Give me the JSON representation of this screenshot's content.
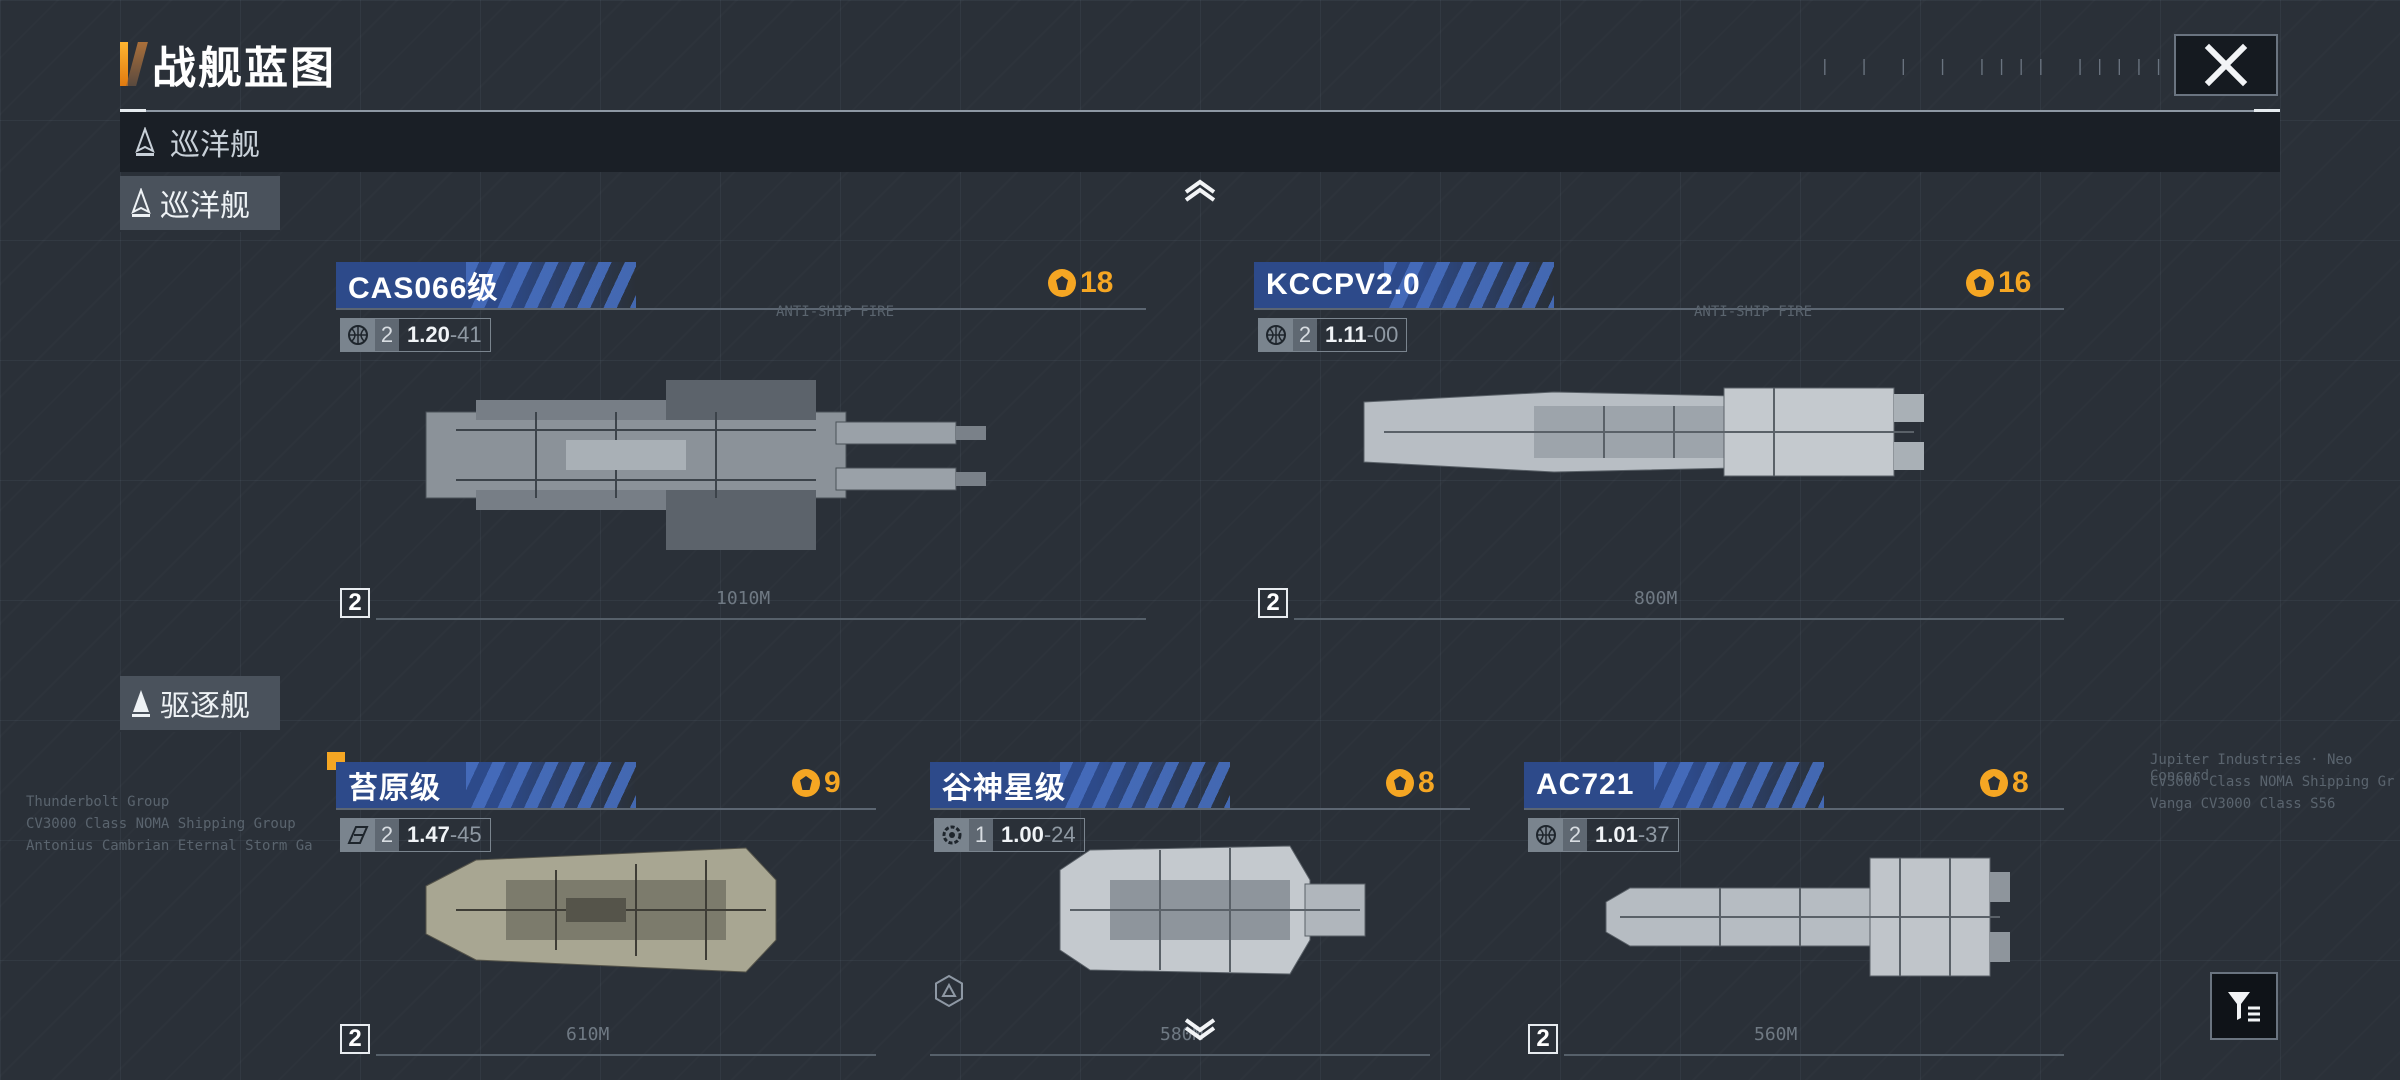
{
  "header": {
    "title": "战舰蓝图",
    "close_icon": "close-icon",
    "ticks": "| | | | |||| |||||||"
  },
  "category_bar": {
    "label": "巡洋舰",
    "icon": "ship-class-icon"
  },
  "sections": [
    {
      "label": "巡洋舰",
      "icon": "ship-class-icon"
    },
    {
      "label": "驱逐舰",
      "icon": "ship-class-icon"
    }
  ],
  "cruisers": [
    {
      "name": "CAS066级",
      "cost": "18",
      "tier": "2",
      "version_main": "1.20",
      "version_sub": "-41",
      "stat_icon": "globe-icon",
      "slot": "2",
      "length": "1010M",
      "hull_color": "#9aa1a8"
    },
    {
      "name": "KCCPV2.0",
      "cost": "16",
      "tier": "2",
      "version_main": "1.11",
      "version_sub": "-00",
      "stat_icon": "globe-icon",
      "slot": "2",
      "length": "800M",
      "hull_color": "#b8bec4"
    }
  ],
  "destroyers": [
    {
      "name": "苔原级",
      "cost": "9",
      "tier": "2",
      "version_main": "1.47",
      "version_sub": "-45",
      "stat_icon": "faction-icon",
      "slot": "2",
      "length": "610M",
      "hull_color": "#a8a692"
    },
    {
      "name": "谷神星级",
      "cost": "8",
      "tier": "1",
      "version_main": "1.00",
      "version_sub": "-24",
      "stat_icon": "gear-globe-icon",
      "slot": "",
      "length": "580M",
      "hull_color": "#c4c9ce"
    },
    {
      "name": "AC721",
      "cost": "8",
      "tier": "2",
      "version_main": "1.01",
      "version_sub": "-37",
      "stat_icon": "globe-icon",
      "slot": "2",
      "length": "560M",
      "hull_color": "#b6bcc2"
    }
  ],
  "deco": {
    "left_text_1": "Thunderbolt Group",
    "left_text_2": "CV3000 Class NOMA Shipping Group",
    "left_text_3": "Antonius Cambrian Eternal Storm Ga",
    "right_text_1": "Jupiter Industries · Neo Concord",
    "right_text_2": "CV3000 Class NOMA Shipping Gr",
    "right_text_3": "Vanga CV3000 Class S56"
  },
  "filter_icon": "filter-icon"
}
